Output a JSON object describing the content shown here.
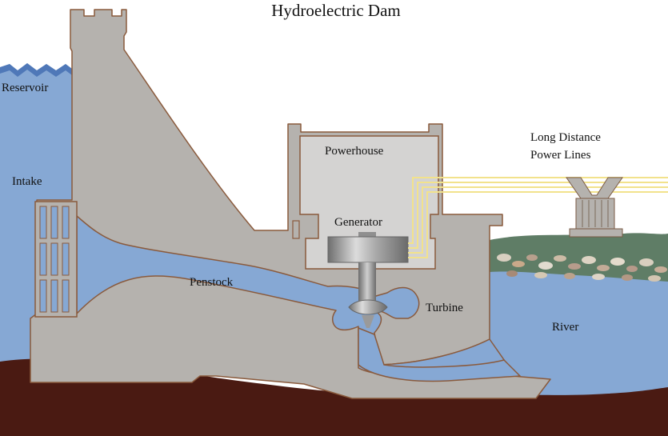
{
  "title": "Hydroelectric Dam",
  "labels": {
    "reservoir": "Reservoir",
    "intake": "Intake",
    "powerhouse": "Powerhouse",
    "generator": "Generator",
    "penstock": "Penstock",
    "turbine": "Turbine",
    "river": "River",
    "power_lines_line1": "Long Distance",
    "power_lines_line2": "Power Lines"
  },
  "colors": {
    "water": "#86a8d4",
    "dam_concrete": "#b5b2ae",
    "dam_outline": "#8a5a3c",
    "powerhouse_room": "#d4d3d2",
    "ground": "#4a1a12",
    "river_bank": "#5f7d66",
    "power_line": "#f2e28c",
    "metal": "#8f8f8f",
    "wave": "#4f78b8"
  }
}
